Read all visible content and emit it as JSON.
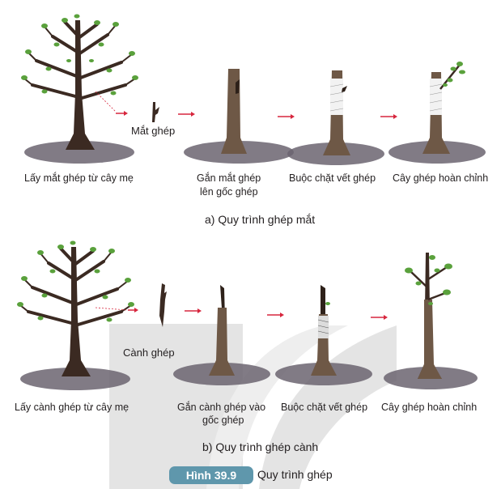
{
  "figure": {
    "number_label": "Hình 39.9",
    "caption": "Quy trình ghép",
    "badge_color": "#5f97ac",
    "arrow_color": "#d7263d",
    "trunk_color": "#3b2a22",
    "leaf_color": "#5aa13c",
    "shadow_color": "#6b6470"
  },
  "panel_a": {
    "subtitle": "a) Quy trình ghép mắt",
    "scion_label": "Mắt ghép",
    "steps": [
      {
        "label": "Lấy mắt ghép từ cây mẹ"
      },
      {
        "label_line1": "Gắn mắt ghép",
        "label_line2": "lên gốc ghép"
      },
      {
        "label": "Buộc chặt vết ghép"
      },
      {
        "label": "Cây ghép hoàn chỉnh"
      }
    ]
  },
  "panel_b": {
    "subtitle": "b) Quy trình ghép cành",
    "scion_label": "Cành ghép",
    "steps": [
      {
        "label": "Lấy cành ghép từ cây mẹ"
      },
      {
        "label_line1": "Gắn cành ghép vào",
        "label_line2": "gốc ghép"
      },
      {
        "label": "Buộc chặt vết ghép"
      },
      {
        "label": "Cây ghép hoàn chỉnh"
      }
    ]
  }
}
